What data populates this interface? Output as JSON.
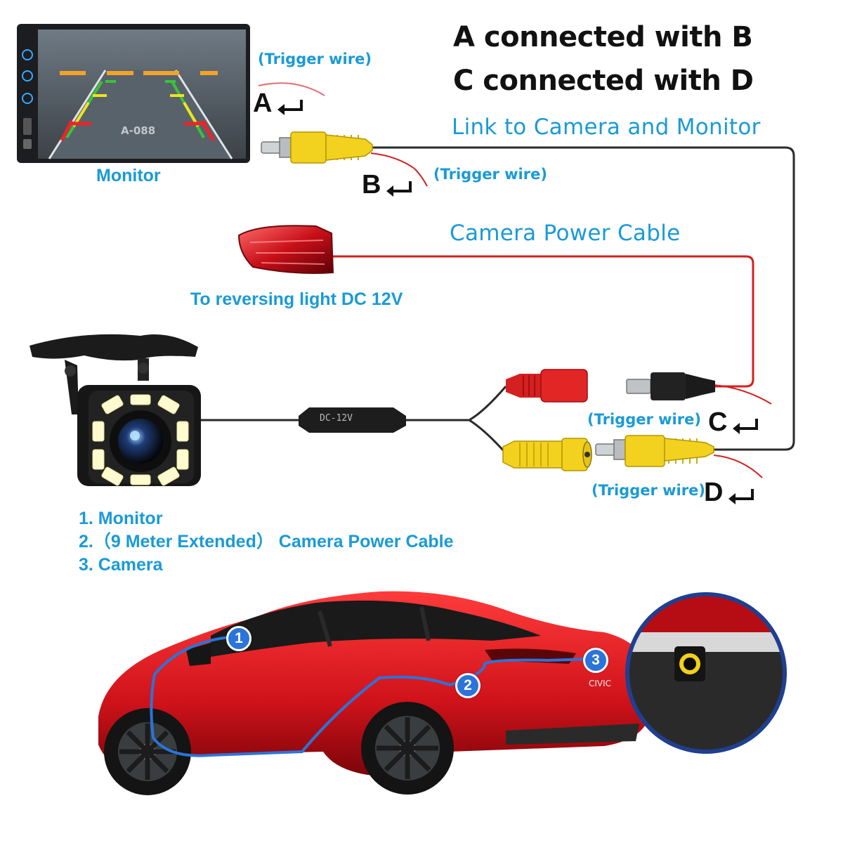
{
  "heading": {
    "line1": "A connected with B",
    "line2": "C connected with D"
  },
  "labels": {
    "link": "Link to Camera and Monitor",
    "power_cable": "Camera Power Cable",
    "reversing_light": "To reversing light DC 12V",
    "monitor": "Monitor",
    "module": "DC-12V",
    "screen_plate": "A-088"
  },
  "trigger_wire": "(Trigger wire)",
  "connectors": {
    "a": "A",
    "b": "B",
    "c": "C",
    "d": "D"
  },
  "parts_list": [
    "1. Monitor",
    "2.（9 Meter Extended） Camera Power Cable",
    "3. Camera"
  ],
  "callouts": [
    "1",
    "2",
    "3"
  ],
  "car": {
    "rear_badge": "CIVIC"
  },
  "colors": {
    "label_blue": "#1a9ad6",
    "wire_red": "#d42020",
    "rca_yellow": "#f2d21e",
    "car_red": "#d0141c",
    "route_blue": "#2b74d9"
  }
}
